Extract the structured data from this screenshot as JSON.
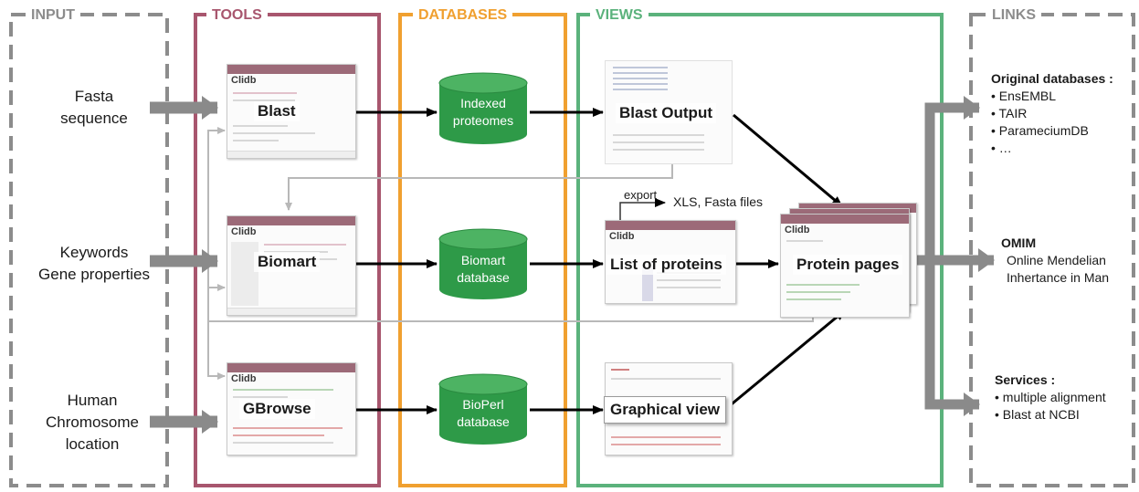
{
  "sections": {
    "input": "INPUT",
    "tools": "TOOLS",
    "databases": "DATABASES",
    "views": "VIEWS",
    "links": "LINKS"
  },
  "inputs": {
    "fasta": [
      "Fasta",
      "sequence"
    ],
    "keywords": [
      "Keywords",
      "Gene properties"
    ],
    "chromosome": [
      "Human",
      "Chromosome",
      "location"
    ]
  },
  "tools": {
    "logo": "Clidb",
    "blast": "Blast",
    "biomart": "Biomart",
    "gbrowse": "GBrowse"
  },
  "databases": {
    "indexed": [
      "Indexed",
      "proteomes"
    ],
    "biomart": [
      "Biomart",
      "database"
    ],
    "bioperl": [
      "BioPerl",
      "database"
    ]
  },
  "views": {
    "blast_output": "Blast Output",
    "export_label": "export",
    "export_target": "XLS, Fasta files",
    "list_of_proteins": "List of proteins",
    "protein_pages": "Protein pages",
    "graphical_view": "Graphical view"
  },
  "links": {
    "original": {
      "title": "Original databases :",
      "items": [
        "• EnsEMBL",
        "• TAIR",
        "• ParameciumDB",
        "• …"
      ]
    },
    "omim": {
      "title": "OMIM",
      "items": [
        "Online Mendelian",
        "Inhertance in Man"
      ]
    },
    "services": {
      "title": "Services :",
      "items": [
        "• multiple alignment",
        "• Blast at NCBI"
      ]
    }
  },
  "colors": {
    "input_box": "#8c8c8c",
    "tools_box": "#a8566e",
    "databases_box": "#f0a030",
    "views_box": "#5bb27c",
    "links_box": "#8c8c8c",
    "database_green": "#2e9a48",
    "flow_arrow": "#000000",
    "feedback_line": "#b8b8b8",
    "input_arrow": "#8a8a8a",
    "screenshot_header": "#9c6a78"
  }
}
